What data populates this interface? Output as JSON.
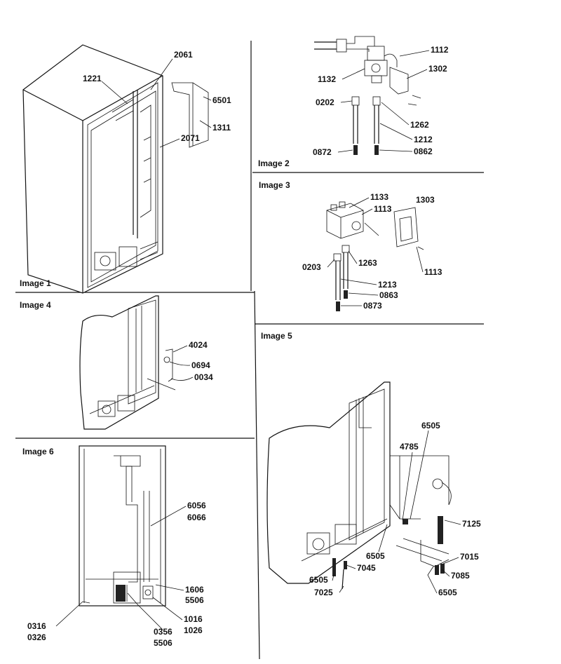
{
  "panels": {
    "image1": {
      "caption": "Image 1",
      "labels": [
        "2061",
        "1221",
        "6501",
        "1311",
        "2071"
      ]
    },
    "image2": {
      "caption": "Image 2",
      "labels": [
        "1112",
        "1302",
        "1132",
        "0202",
        "1262",
        "1212",
        "0872",
        "0862"
      ]
    },
    "image3": {
      "caption": "Image 3",
      "labels": [
        "1133",
        "1303",
        "1113",
        "1113",
        "0203",
        "1263",
        "1213",
        "0863",
        "0873"
      ]
    },
    "image4": {
      "caption": "Image 4",
      "labels": [
        "4024",
        "0694",
        "0034"
      ]
    },
    "image5": {
      "caption": "Image 5",
      "labels": [
        "6505",
        "4785",
        "7125",
        "6505",
        "7015",
        "7045",
        "7085",
        "6505",
        "7025",
        "6505"
      ]
    },
    "image6": {
      "caption": "Image 6",
      "labels": [
        "6056",
        "6066",
        "1606",
        "5506",
        "1016",
        "1026",
        "0316",
        "0326",
        "0356",
        "5506"
      ]
    }
  }
}
